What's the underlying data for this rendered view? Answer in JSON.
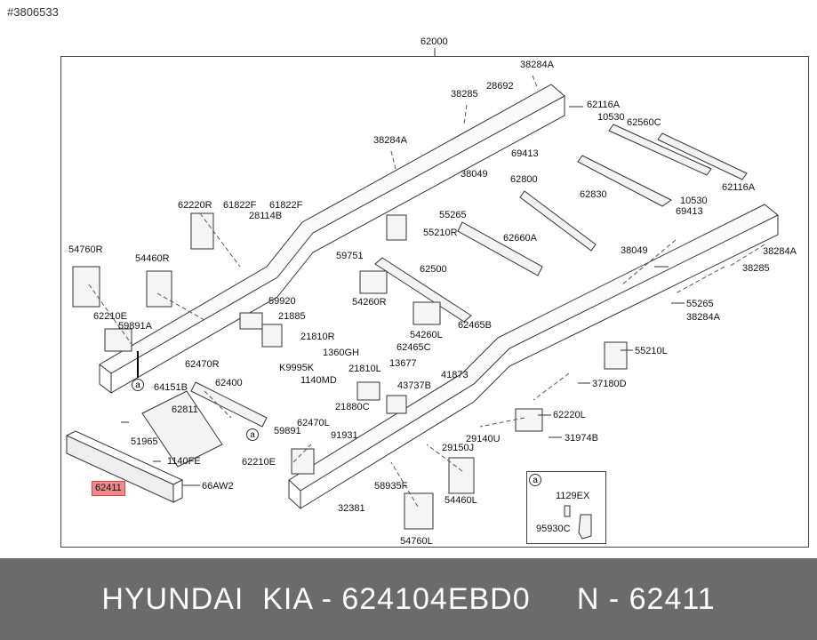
{
  "header": {
    "doc_id": "#3806533"
  },
  "diagram": {
    "assembly_number": "62000",
    "callout_letter": "a",
    "labels": {
      "l38284A_top": "38284A",
      "l28692": "28692",
      "l38285_top": "38285",
      "l62116A_top": "62116A",
      "l10530_top": "10530",
      "l62560C": "62560C",
      "l69413_top": "69413",
      "l38284A_mid": "38284A",
      "l38049_top": "38049",
      "l62800": "62800",
      "l62830": "62830",
      "l10530_mid": "10530",
      "l62116A_right": "62116A",
      "l69413_mid": "69413",
      "l62220R": "62220R",
      "l61822F_a": "61822F",
      "l61822F_b": "61822F",
      "l28114B": "28114B",
      "l55265_top": "55265",
      "l55210R": "55210R",
      "l62660A": "62660A",
      "l38284A_right": "38284A",
      "l38049_mid": "38049",
      "l54760R": "54760R",
      "l54460R": "54460R",
      "l59751": "59751",
      "l62500": "62500",
      "l38285_right": "38285",
      "l59920": "59920",
      "l54260R": "54260R",
      "l55265_right": "55265",
      "l62210E_left": "62210E",
      "l59891A": "59891A",
      "l21885": "21885",
      "l38284A_low": "38284A",
      "l21810R": "21810R",
      "l54260L": "54260L",
      "l62465B": "62465B",
      "l1360GH": "1360GH",
      "l62465C": "62465C",
      "l55210L": "55210L",
      "l62470R": "62470R",
      "lK9995K": "K9995K",
      "l21810L": "21810L",
      "l13677": "13677",
      "l1140MD": "1140MD",
      "l41873": "41873",
      "l64151B": "64151B",
      "l62400": "62400",
      "l43737B": "43737B",
      "l37180D": "37180D",
      "l62811": "62811",
      "l21880C": "21880C",
      "l62220L": "62220L",
      "l62470L": "62470L",
      "l59891": "59891",
      "l91931": "91931",
      "l29140U": "29140U",
      "l31974B": "31974B",
      "l51965": "51965",
      "l29150J": "29150J",
      "l1140FE": "1140FE",
      "l62210E_mid": "62210E",
      "l62411": "62411",
      "l66AW2": "66AW2",
      "l58935F": "58935F",
      "l54460L": "54460L",
      "l32381": "32381",
      "l54760L": "54760L",
      "l1129EX": "1129EX",
      "l95930C": "95930C"
    }
  },
  "footer": {
    "brand": "HYUNDAI  KIA - 624104EBD0     N - 62411"
  },
  "colors": {
    "highlight": "#f08a8a",
    "footer_bg": "#6b6b6b",
    "line": "#333333"
  }
}
